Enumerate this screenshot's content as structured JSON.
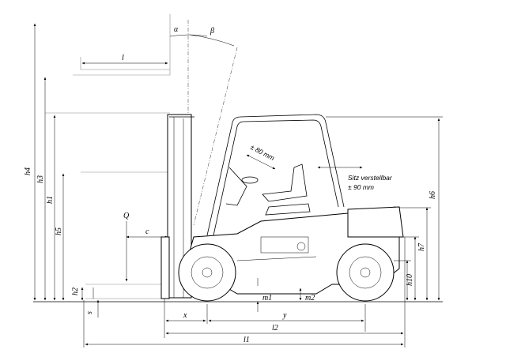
{
  "labels": {
    "h1": "h1",
    "h2": "h2",
    "h3": "h3",
    "h4": "h4",
    "h5": "h5",
    "h6": "h6",
    "h7": "h7",
    "h10": "h10",
    "alpha": "α",
    "beta": "β",
    "l": "l",
    "l1": "l1",
    "l2": "l2",
    "x": "x",
    "y": "y",
    "c": "c",
    "q": "Q",
    "s": "s",
    "m1": "m1",
    "m2": "m2"
  },
  "notes": {
    "tilt": "± 80 mm",
    "seat_line1": "Sitz verstellbar",
    "seat_line2": "± 90 mm"
  }
}
